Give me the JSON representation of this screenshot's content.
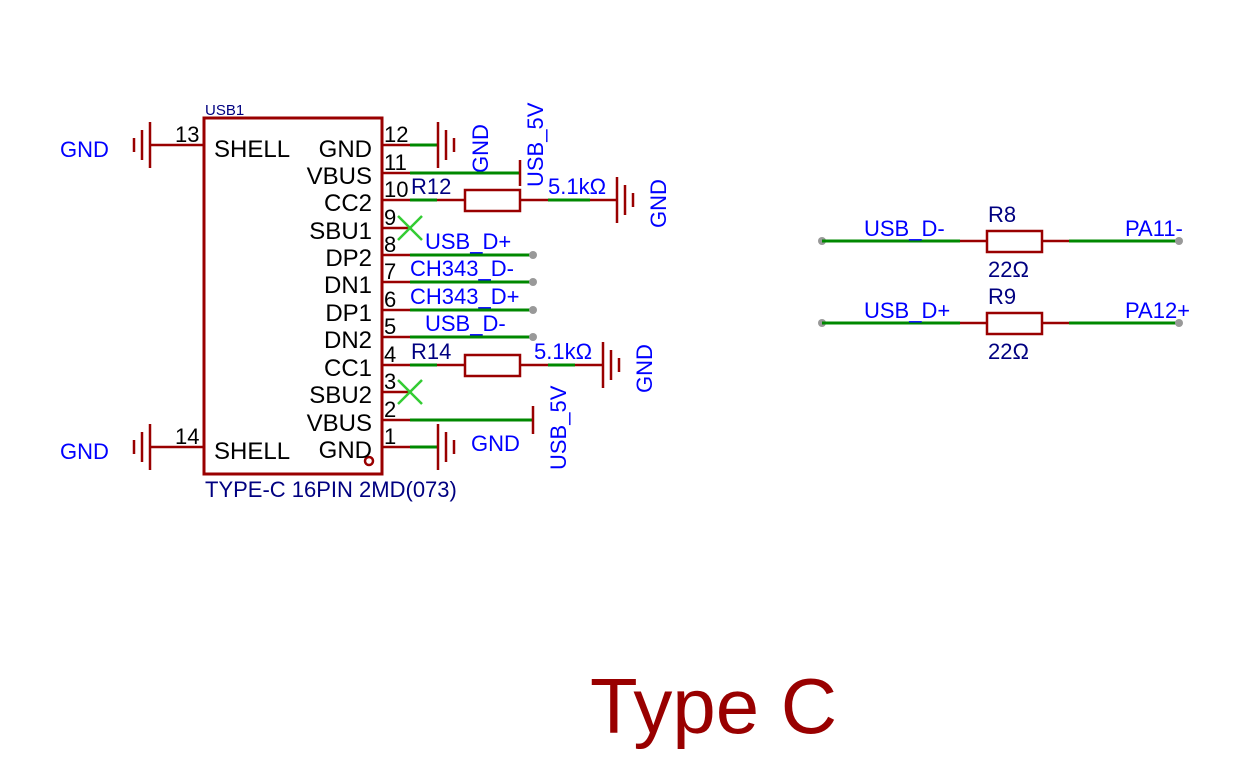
{
  "colors": {
    "body": "#990000",
    "wire": "#008800",
    "net": "#0000ff",
    "ref": "#000080",
    "noconnect": "#33cc33"
  },
  "title": "Type C",
  "usb_connector": {
    "ref": "USB1",
    "value": "TYPE-C 16PIN 2MD(073)",
    "left_pins": [
      {
        "num": "13",
        "name": "SHELL"
      },
      {
        "num": "14",
        "name": "SHELL"
      }
    ],
    "right_pins": [
      {
        "num": "12",
        "name": "GND"
      },
      {
        "num": "11",
        "name": "VBUS"
      },
      {
        "num": "10",
        "name": "CC2"
      },
      {
        "num": "9",
        "name": "SBU1"
      },
      {
        "num": "8",
        "name": "DP2"
      },
      {
        "num": "7",
        "name": "DN1"
      },
      {
        "num": "6",
        "name": "DP1"
      },
      {
        "num": "5",
        "name": "DN2"
      },
      {
        "num": "4",
        "name": "CC1"
      },
      {
        "num": "3",
        "name": "SBU2"
      },
      {
        "num": "2",
        "name": "VBUS"
      },
      {
        "num": "1",
        "name": "GND"
      }
    ]
  },
  "nets": {
    "gnd_left_top": "GND",
    "gnd_left_bottom": "GND",
    "gnd_pin12": "GND",
    "usb5v_top": "USB_5V",
    "gnd_r12": "GND",
    "pin8": "USB_D+",
    "pin7": "CH343_D-",
    "pin6": "CH343_D+",
    "pin5": "USB_D-",
    "gnd_r14": "GND",
    "usb5v_bottom": "USB_5V",
    "gnd_pin1": "GND"
  },
  "resistors": [
    {
      "ref": "R12",
      "value": "5.1kΩ"
    },
    {
      "ref": "R14",
      "value": "5.1kΩ"
    },
    {
      "ref": "R8",
      "value": "22Ω",
      "left_net": "USB_D-",
      "right_net": "PA11-"
    },
    {
      "ref": "R9",
      "value": "22Ω",
      "left_net": "USB_D+",
      "right_net": "PA12+"
    }
  ]
}
